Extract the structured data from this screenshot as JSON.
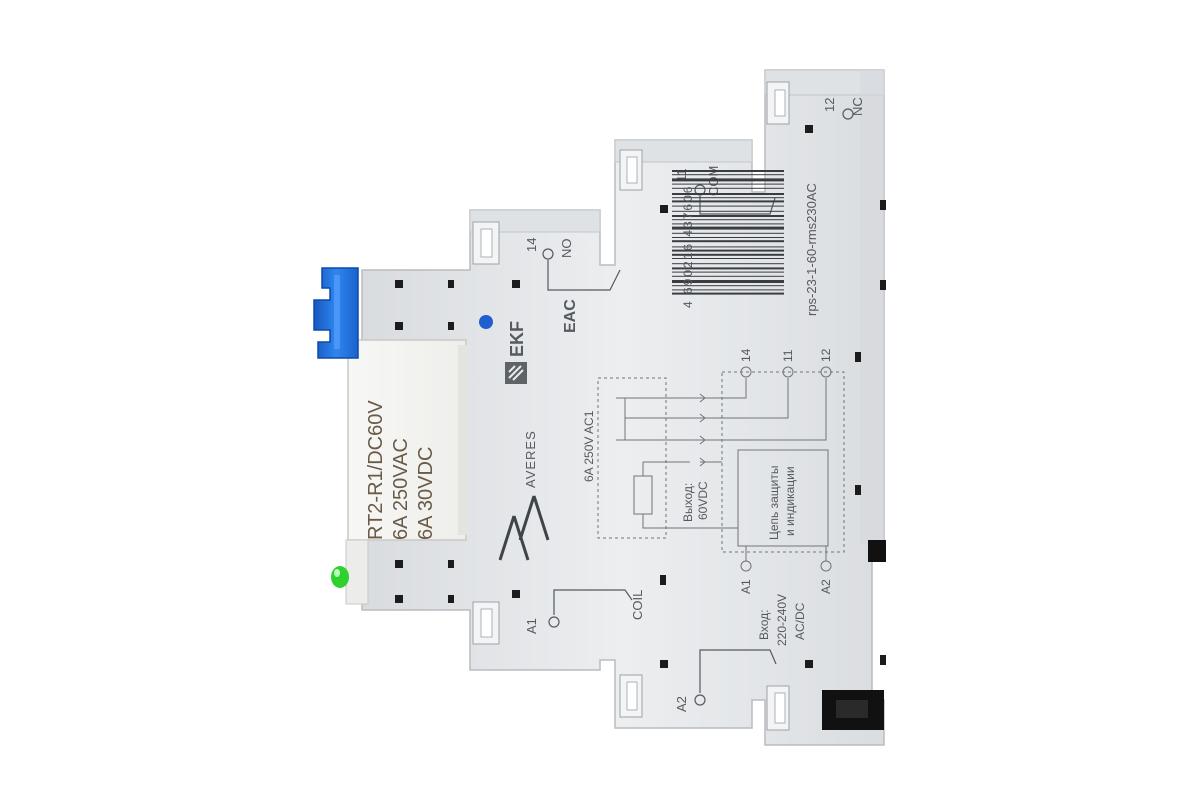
{
  "relay": {
    "label_lines": [
      "RT2-R1/DC60V",
      "6A  250VAC",
      "6A  30VDC"
    ],
    "brand_logo": "EKF",
    "series_name": "AVERES",
    "cert_mark": "EAC",
    "model": "rps-23-1-60-rms230AC",
    "barcode_number": "4 690216 437606",
    "rating": "6A 250V AC1",
    "output_label": [
      "Выход:",
      "60VDC"
    ],
    "protection_label": [
      "Цепь защиты",
      "и индикации"
    ],
    "input_label": [
      "Вход:",
      "220-240V",
      "AC/DC"
    ],
    "terminals": {
      "t14": "14",
      "t11": "11",
      "t12": "12",
      "no": "NO",
      "com": "COM",
      "nc": "NC",
      "coil": "COIL",
      "a1": "A1",
      "a2": "A2"
    },
    "schematic_terminals": [
      "14",
      "11",
      "12"
    ],
    "schematic_input_terminals": [
      "A1",
      "A2"
    ],
    "colors": {
      "housing": "#e4e6e8",
      "housing_shadow": "#c8cbce",
      "relay_body": "#f4f4f2",
      "din_clip": "#1e6fd6",
      "led": "#2fd12f",
      "indicator_dot": "#1f5fd0",
      "black_clip": "#111111",
      "print": "#555a60"
    },
    "icons": [
      "screw-terminal-icon",
      "led-icon",
      "din-clip-icon",
      "barcode-icon"
    ]
  }
}
